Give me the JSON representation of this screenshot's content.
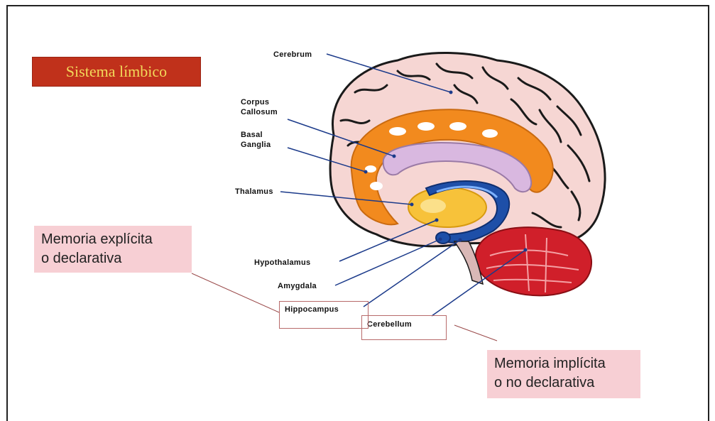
{
  "title": "Sistema límbico",
  "labels": {
    "cerebrum": "Cerebrum",
    "corpus_callosum": "Corpus\nCallosum",
    "basal_ganglia": "Basal\nGanglia",
    "thalamus": "Thalamus",
    "hypothalamus": "Hypothalamus",
    "amygdala": "Amygdala",
    "hippocampus": "Hippocampus",
    "cerebellum": "Cerebellum"
  },
  "notes": {
    "explicit_line1": "Memoria explícita",
    "explicit_line2": "o declarativa",
    "implicit_line1": "Memoria implícita",
    "implicit_line2": "o no declarativa"
  },
  "colors": {
    "title_bg": "#c0311b",
    "title_text": "#f2d95a",
    "note_bg": "#f7cfd4",
    "brain_tissue": "#f6d6d3",
    "basal_ganglia": "#f28a1e",
    "corpus_callosum": "#d9b8e0",
    "thalamus": "#f7c23a",
    "hippocampus": "#1e4fa8",
    "cerebellum": "#d01f2a",
    "pointer_line": "#1b3a8a"
  }
}
